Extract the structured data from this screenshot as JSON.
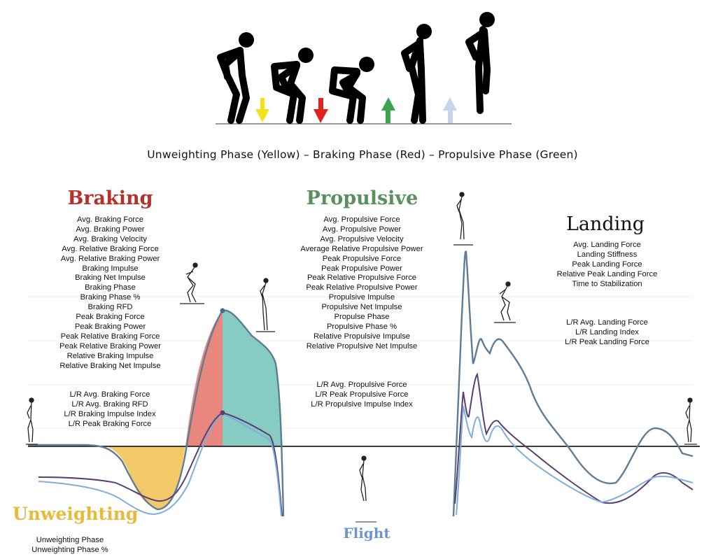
{
  "caption": "Unweighting Phase (Yellow) – Braking Phase (Red) – Propulsive Phase (Green)",
  "colors": {
    "unweighting": "#f2c45a",
    "braking": "#e57d73",
    "propulsive": "#7dc8be",
    "heading_braking": "#b3322a",
    "heading_propulsive": "#5a8f5e",
    "heading_unweighting": "#e9b93a",
    "heading_flight": "#6c96d0",
    "arrow_yellow": "#f2e21b",
    "arrow_red": "#e0231f",
    "arrow_green": "#3aa54a",
    "arrow_lightblue": "#c6d4ec",
    "curve_total": "#5e7d95",
    "curve_left": "#5b3f73",
    "curve_right": "#7faedc"
  },
  "phases": {
    "braking": {
      "title": "Braking",
      "metrics": [
        "Avg. Braking Force",
        "Avg. Braking Power",
        "Avg. Braking Velocity",
        "Avg. Relative Braking Force",
        "Avg. Relative Braking Power",
        "Braking Impulse",
        "Braking Net Impulse",
        "Braking Phase",
        "Braking Phase %",
        "Braking RFD",
        "Peak Braking Force",
        "Peak Braking Power",
        "Peak Relative Braking Force",
        "Peak Relative Braking Power",
        "Relative Braking Impulse",
        "Relative Braking Net Impulse"
      ],
      "lr_metrics": [
        "L/R Avg. Braking Force",
        "L/R Avg. Braking RFD",
        "L/R Braking Impulse Index",
        "L/R Peak Braking Force"
      ]
    },
    "propulsive": {
      "title": "Propulsive",
      "metrics": [
        "Avg. Propulsive Force",
        "Avg. Propulsive Power",
        "Avg. Propulsive Velocity",
        "Average Relative Propulsive Power",
        "Peak Propulsive Force",
        "Peak Propulsive Power",
        "Peak Relative Propulsive Force",
        "Peak Relative Propulsive Power",
        "Propulsive Impulse",
        "Propulsive Net Impulse",
        "Propulse Phase",
        "Propulsive Phase %",
        "Relative Propulsive Impulse",
        "Relative Propulsive Net Impulse"
      ],
      "lr_metrics": [
        "L/R Avg. Propulsive Force",
        "L/R Peak Propulsive Force",
        "L/R Propulsive Impulse Index"
      ]
    },
    "landing": {
      "title": "Landing",
      "metrics": [
        "Avg. Landing Force",
        "Landing Stiffness",
        "Peak Landing Force",
        "Relative Peak Landing Force",
        "Time to Stabilization"
      ],
      "lr_metrics": [
        "L/R Avg. Landing Force",
        "L/R Landing Index",
        "L/R Peak Landing Force"
      ]
    },
    "unweighting": {
      "title": "Unweighting",
      "metrics": [
        "Unweighting Phase",
        "Unweighting Phase %"
      ]
    },
    "flight": {
      "title": "Flight"
    }
  },
  "icons": {
    "jump_sequence": "stick-figure-jump-sequence",
    "arrows": [
      "arrow-down-yellow",
      "arrow-down-red",
      "arrow-up-green",
      "arrow-up-lightblue"
    ]
  }
}
